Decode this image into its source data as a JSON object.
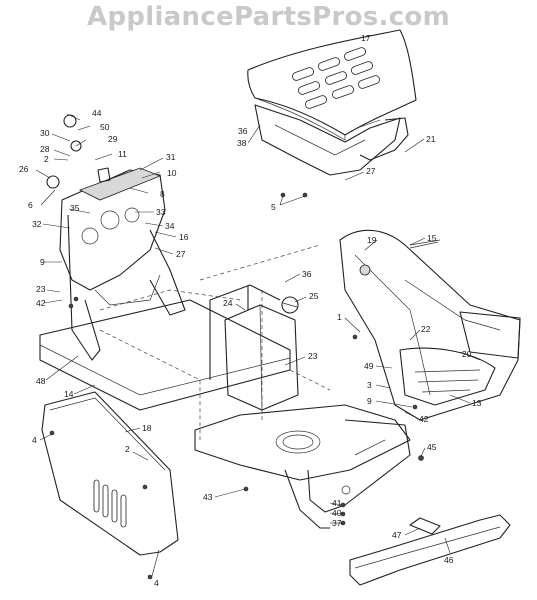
{
  "watermark": "AppliancePartsPros.com",
  "callouts": {
    "c1": "1",
    "c2a": "2",
    "c2b": "2",
    "c3": "3",
    "c4a": "4",
    "c4b": "4",
    "c5": "5",
    "c6": "6",
    "c8": "8",
    "c9a": "9",
    "c9b": "9",
    "c10": "10",
    "c11": "11",
    "c13": "13",
    "c14": "14",
    "c15": "15",
    "c16": "16",
    "c17": "17",
    "c18": "18",
    "c19": "19",
    "c20": "20",
    "c21": "21",
    "c22": "22",
    "c23a": "23",
    "c23b": "23",
    "c24": "24",
    "c25": "25",
    "c26": "26",
    "c27a": "27",
    "c27b": "27",
    "c28": "28",
    "c29": "29",
    "c30": "30",
    "c31": "31",
    "c32": "32",
    "c33": "33",
    "c34": "34",
    "c35": "35",
    "c36a": "36",
    "c36b": "36",
    "c37": "37",
    "c38": "38",
    "c40": "40",
    "c41": "41",
    "c42a": "42",
    "c42b": "42",
    "c43": "43",
    "c44": "44",
    "c45": "45",
    "c46": "46",
    "c47": "47",
    "c48": "48",
    "c49": "49",
    "c50": "50"
  }
}
